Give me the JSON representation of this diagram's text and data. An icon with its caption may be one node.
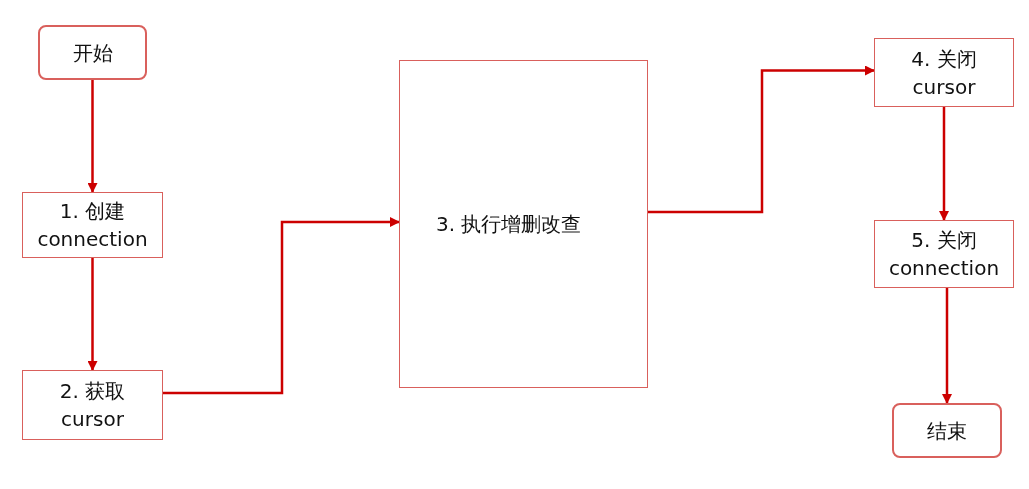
{
  "diagram": {
    "nodes": [
      {
        "text": [
          "开始"
        ]
      },
      {
        "text": [
          "1. 创建 connection"
        ]
      },
      {
        "text": [
          "2. 获取 cursor"
        ]
      },
      {
        "text": [
          "3. 执行增删改查"
        ]
      },
      {
        "text": [
          "4. 关闭 cursor"
        ]
      },
      {
        "text": [
          "5. 关闭 connection"
        ]
      },
      {
        "text": [
          "结束"
        ]
      }
    ],
    "edges": [
      {
        "from": 0,
        "to": 1,
        "arrow": "to"
      },
      {
        "from": 1,
        "to": 2,
        "arrow": "to"
      },
      {
        "from": 2,
        "to": 3,
        "arrow": "to"
      },
      {
        "from": 3,
        "to": 4,
        "arrow": "to"
      },
      {
        "from": 4,
        "to": 5,
        "arrow": "to"
      },
      {
        "from": 5,
        "to": 6,
        "arrow": "to"
      }
    ]
  }
}
